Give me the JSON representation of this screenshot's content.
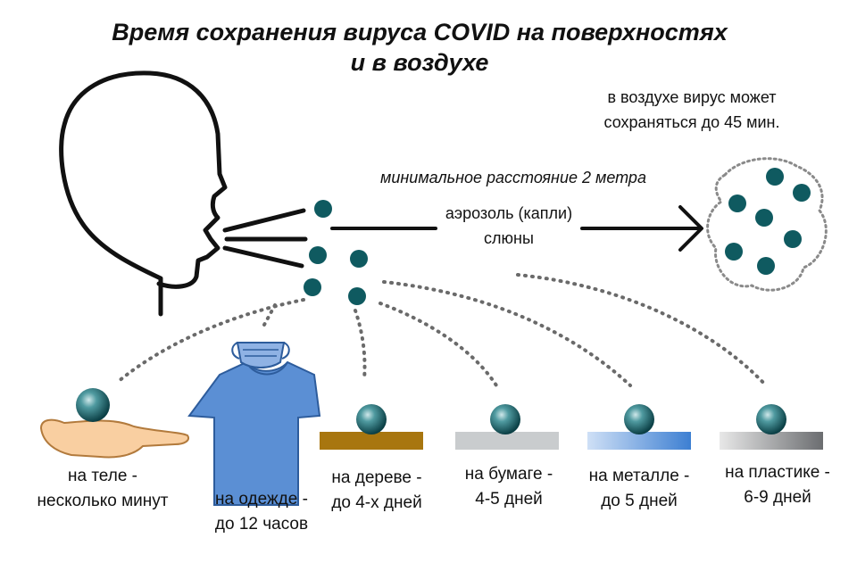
{
  "title": {
    "line1": "Время сохранения вируса COVID на поверхностях",
    "line2": "и в воздухе"
  },
  "air_note": {
    "line1": "в воздухе вирус может",
    "line2": "сохраняться до 45 мин."
  },
  "distance_label": "минимальное расстояние 2 метра",
  "aerosol": {
    "line1": "аэрозоль (капли)",
    "line2": "слюны"
  },
  "surfaces": [
    {
      "id": "body",
      "line1": "на теле -",
      "line2": "несколько минут"
    },
    {
      "id": "clothes",
      "line1": "на одежде -",
      "line2": "до 12 часов"
    },
    {
      "id": "wood",
      "line1": "на дереве -",
      "line2": "до 4-х дней"
    },
    {
      "id": "paper",
      "line1": "на бумаге -",
      "line2": "4-5 дней"
    },
    {
      "id": "metal",
      "line1": "на металле -",
      "line2": "до 5 дней"
    },
    {
      "id": "plastic",
      "line1": "на пластике -",
      "line2": "6-9 дней"
    }
  ],
  "colors": {
    "droplet": "#0f5a60",
    "wood": "#a8760f",
    "paper": "#c9ccce",
    "metal": "#4f8fd8",
    "plastic_dark": "#7a7c7e",
    "shirt": "#5b8fd4",
    "hand": "#f9cfa1",
    "mask": "#8fb2e4"
  }
}
